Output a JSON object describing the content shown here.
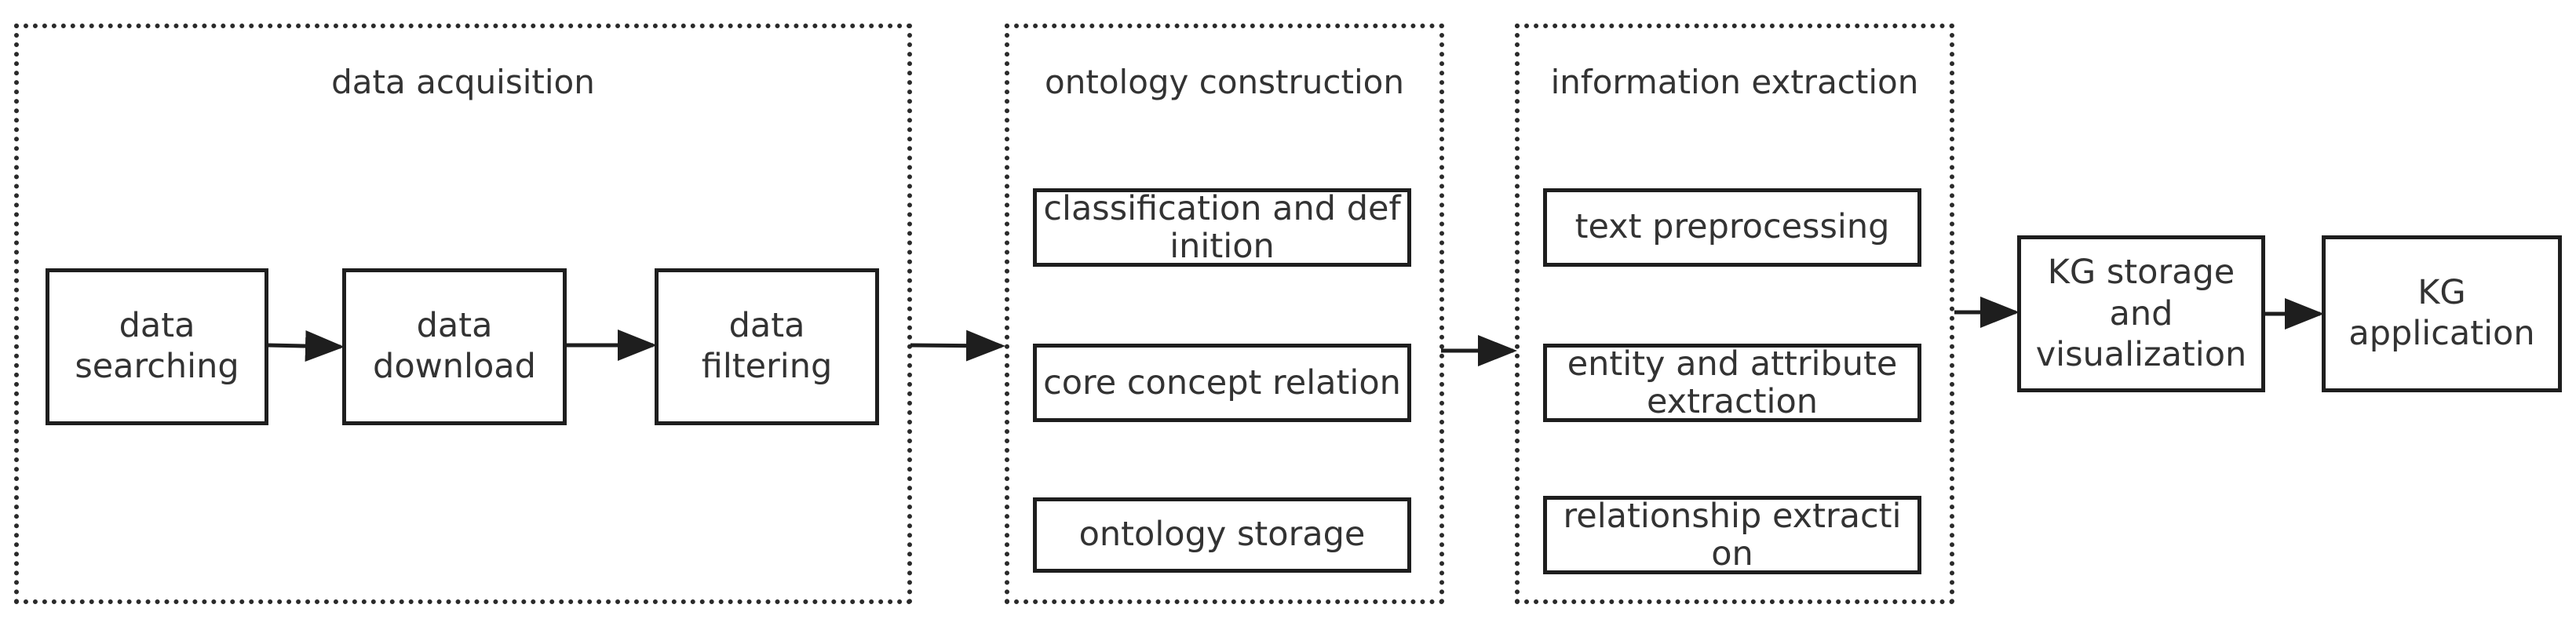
{
  "groups": {
    "acquisition": {
      "title": "data acquisition"
    },
    "ontology": {
      "title": "ontology construction"
    },
    "extraction": {
      "title": "information extraction"
    }
  },
  "nodes": {
    "data_searching": "data\nsearching",
    "data_download": "data\ndownload",
    "data_filtering": "data\nfiltering",
    "classification": "classification and definition",
    "core_concept": "core concept relation",
    "ontology_storage": "ontology storage",
    "text_preprocessing": "text preprocessing",
    "entity_attribute": "entity and attribute\nextraction",
    "relationship": "relationship extraction",
    "kg_storage": "KG storage\nand\nvisualization",
    "kg_application": "KG\napplication"
  },
  "colors": {
    "stroke": "#1e1e1e",
    "text": "#333333",
    "background": "#ffffff"
  }
}
